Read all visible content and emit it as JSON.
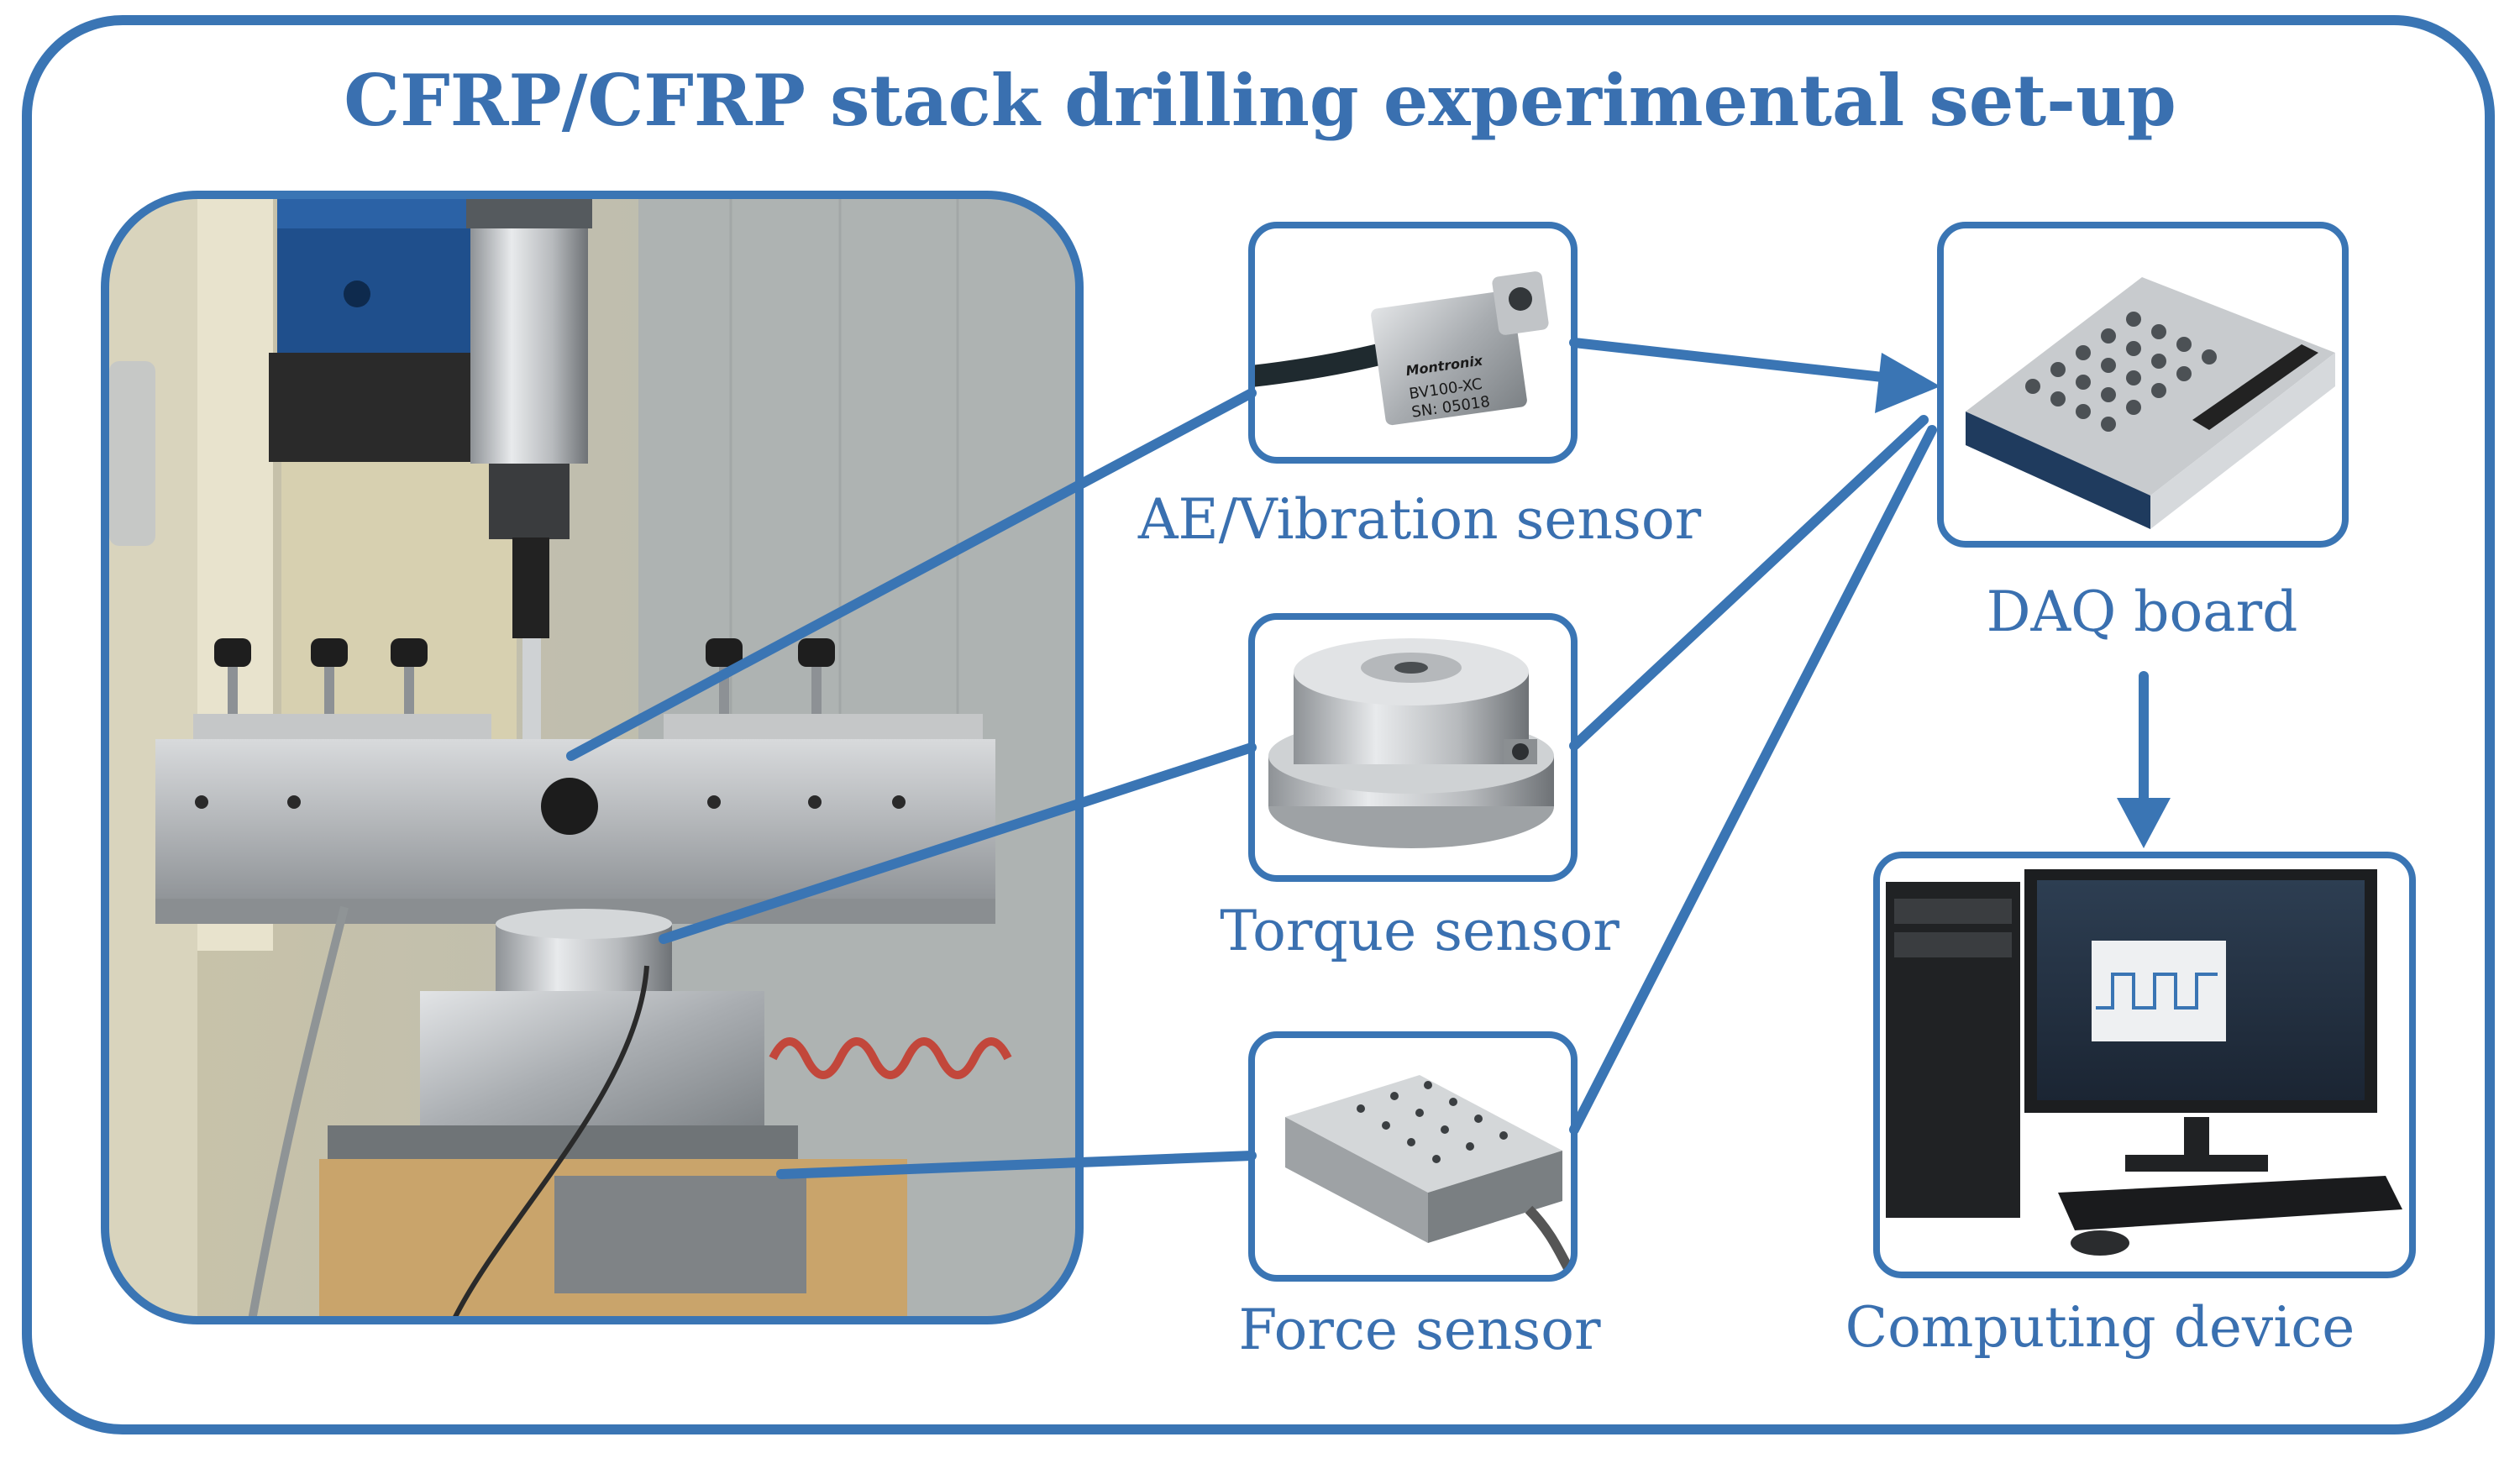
{
  "title": "CFRP/CFRP stack drilling experimental set-up",
  "labels": {
    "ae_sensor": "AE/Vibration sensor",
    "torque_sensor": "Torque sensor",
    "force_sensor": "Force sensor",
    "daq_board": "DAQ board",
    "computing_device": "Computing device"
  },
  "photo_text": {
    "sensor_brand": "Montronix",
    "sensor_model": "BV100-XC",
    "sensor_serial": "SN: 05018"
  },
  "colors": {
    "accent": "#3a75b4",
    "label": "#3a70b0"
  }
}
